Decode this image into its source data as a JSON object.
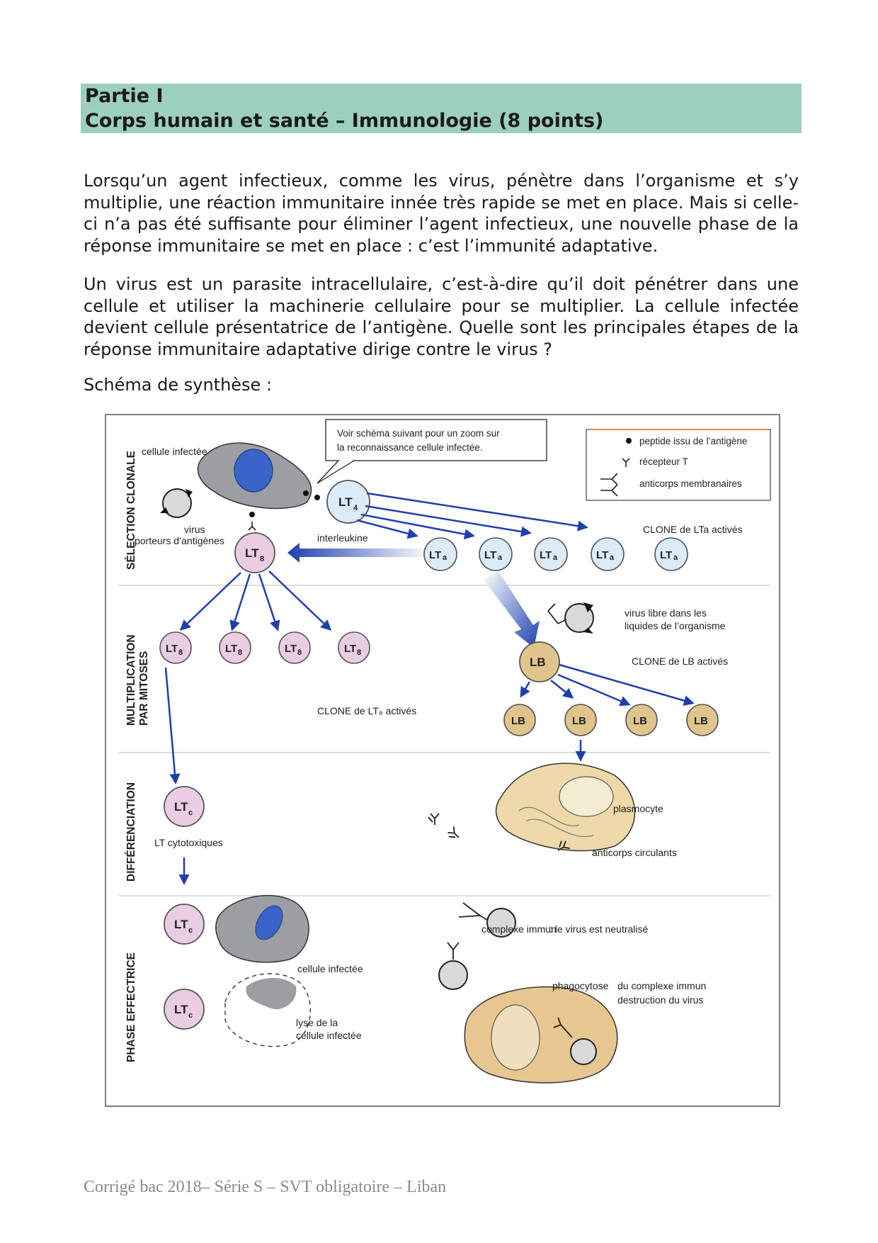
{
  "heading": {
    "line1": "Partie I",
    "line2": "Corps humain et santé – Immunologie (8 points)"
  },
  "paragraphs": {
    "intro": "Lorsqu’un agent infectieux, comme les virus, pénètre dans l’organisme et s’y multiplie, une réaction immunitaire innée très rapide se met en place. Mais si celle-ci n’a pas été suffisante pour éliminer l’agent infectieux, une nouvelle phase de la réponse immunitaire se met en place : c’est l’immunité adaptative.",
    "question": "Un virus est un parasite intracellulaire, c’est-à-dire qu’il doit pénétrer dans une cellule et utiliser la machinerie cellulaire pour se multiplier. La cellule infectée devient cellule présentatrice de l’antigène. Quelle sont les principales étapes de la réponse immunitaire adaptative dirige contre le virus ?",
    "schema_intro": "Schéma de synthèse :"
  },
  "diagram": {
    "sections": {
      "selection": "SÉLECTION CLONALE",
      "multiplication_1": "MULTIPLICATION",
      "multiplication_2": "PAR MITOSES",
      "differenciation": "DIFFÉRENCIATION",
      "effectrice": "PHASE EFFECTRICE"
    },
    "callout_line1": "Voir schéma suivant pour un zoom sur",
    "callout_line2": "la reconnaissance cellule infectée.",
    "legend": {
      "peptide": "peptide issu de l’antigène",
      "recepteur": "récepteur T",
      "anticorps": "anticorps membranaires"
    },
    "labels": {
      "cellule_infectee": "cellule infectée",
      "virus_1": "virus",
      "virus_2": "porteurs d’antigènes",
      "interleukine": "interleukine",
      "clone_lta": "CLONE de LTa activés",
      "virus_libre_1": "virus libre  dans les",
      "virus_libre_2": "liquides de l’organisme",
      "clone_lb": "CLONE de LB activés",
      "clone_lt8": "CLONE de LT₈ activés",
      "lt_cyto": "LT cytotoxiques",
      "plasmocyte": "plasmocyte",
      "anticorps_circ": "anticorps circulants",
      "complexe_a": "complexe immun",
      "complexe_b": ":  le virus est neutralisé",
      "cellule_infectee_2": "cellule infectée",
      "phago_a": "phagocytose",
      "phago_b": "du complexe immun",
      "destruction": "destruction du virus",
      "lyse_1": "lyse de la",
      "lyse_2": "cellule infectée"
    },
    "cells": {
      "lt": "LT",
      "lb": "LB",
      "sub4": "4",
      "sub8": "8",
      "suba": "a",
      "subc": "c"
    },
    "colors": {
      "lt8": "#e8cde3",
      "lt4": "#dcebf8",
      "lb": "#dfc48c",
      "arrow": "#1f3fae",
      "infected": "#9c9ea3",
      "nucleus": "#3a64c8",
      "plasmocyte": "#efd9a8"
    }
  },
  "footer": "Corrigé bac 2018– Série S – SVT obligatoire – Liban"
}
